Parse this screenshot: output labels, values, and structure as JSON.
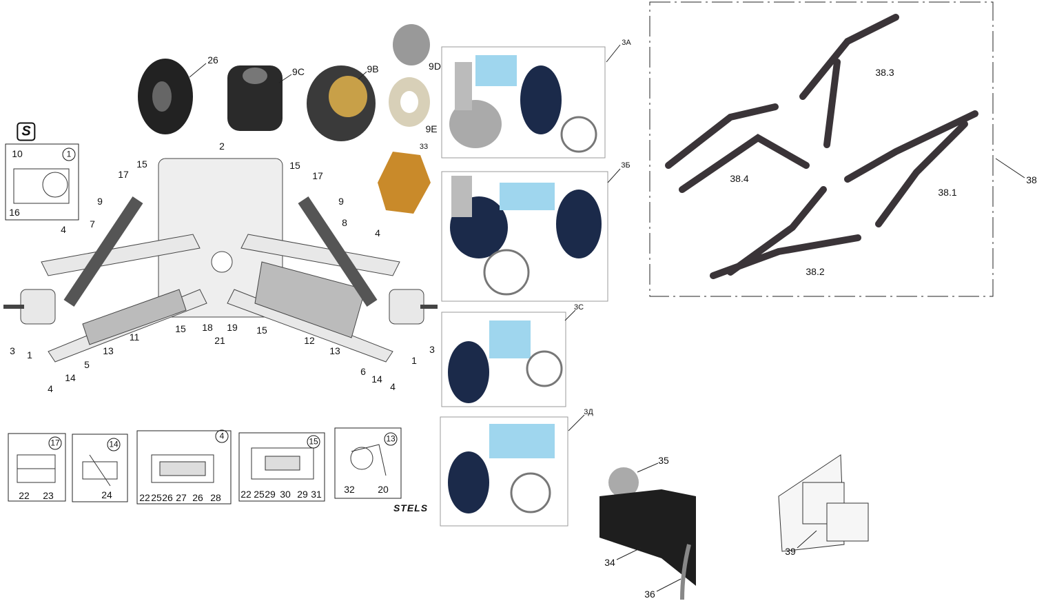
{
  "title": "Front suspension parts diagram",
  "logos": {
    "brand_mark": "S",
    "brand_name": "STELS"
  },
  "colors": {
    "line": "#111111",
    "rubber": "#2a2a2a",
    "bronze": "#c98a2a",
    "boot_blue": "#1b2a4a",
    "frame": "#3a3438"
  },
  "part_photos": {
    "top": [
      "26",
      "9C",
      "9B",
      "9D",
      "9E",
      "33"
    ],
    "cv_kits": [
      "3A",
      "3Б",
      "3C",
      "3Д"
    ],
    "a_arms": [
      "38",
      "38.1",
      "38.2",
      "38.3",
      "38.4"
    ],
    "hitch": [
      "35",
      "34",
      "36",
      "39"
    ]
  },
  "main_diagram_callouts": [
    "10",
    "1",
    "16",
    "2",
    "15",
    "15",
    "17",
    "17",
    "9",
    "9",
    "7",
    "8",
    "4",
    "4",
    "3",
    "1",
    "5",
    "13",
    "11",
    "15",
    "18",
    "19",
    "21",
    "15",
    "12",
    "13",
    "6",
    "14",
    "4",
    "1",
    "3",
    "14",
    "4"
  ],
  "insets": [
    {
      "ref": "17",
      "labels": [
        "22",
        "23"
      ]
    },
    {
      "ref": "14",
      "labels": [
        "24"
      ]
    },
    {
      "ref": "4",
      "labels": [
        "22",
        "25",
        "26",
        "27",
        "26",
        "28"
      ]
    },
    {
      "ref": "15",
      "labels": [
        "22",
        "25",
        "29",
        "30",
        "29",
        "31"
      ]
    },
    {
      "ref": "13",
      "labels": [
        "32",
        "20"
      ]
    }
  ]
}
